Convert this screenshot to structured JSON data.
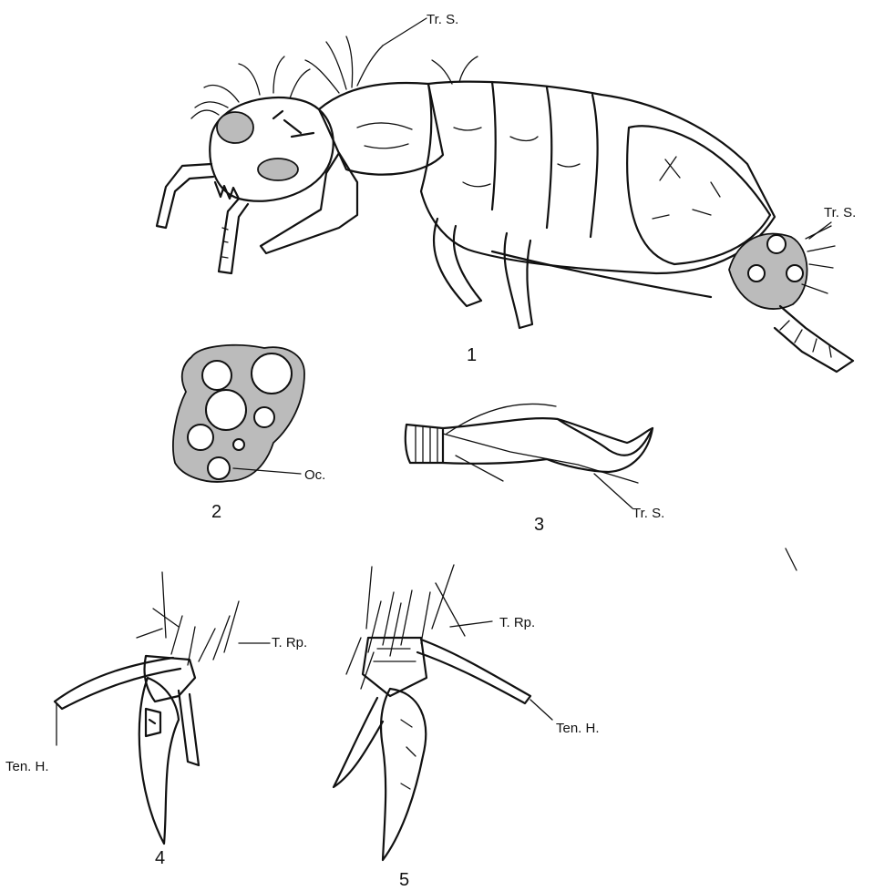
{
  "figures": {
    "fig1": {
      "number": "1",
      "label_top": "Tr. S.",
      "label_tail": "Tr. S."
    },
    "fig2": {
      "number": "2",
      "label": "Oc."
    },
    "fig3": {
      "number": "3",
      "label": "Tr. S."
    },
    "fig4": {
      "number": "4",
      "label_trp": "T. Rp.",
      "label_ten": "Ten. H."
    },
    "fig5": {
      "number": "5",
      "label_trp": "T. Rp.",
      "label_ten": "Ten. H."
    }
  }
}
